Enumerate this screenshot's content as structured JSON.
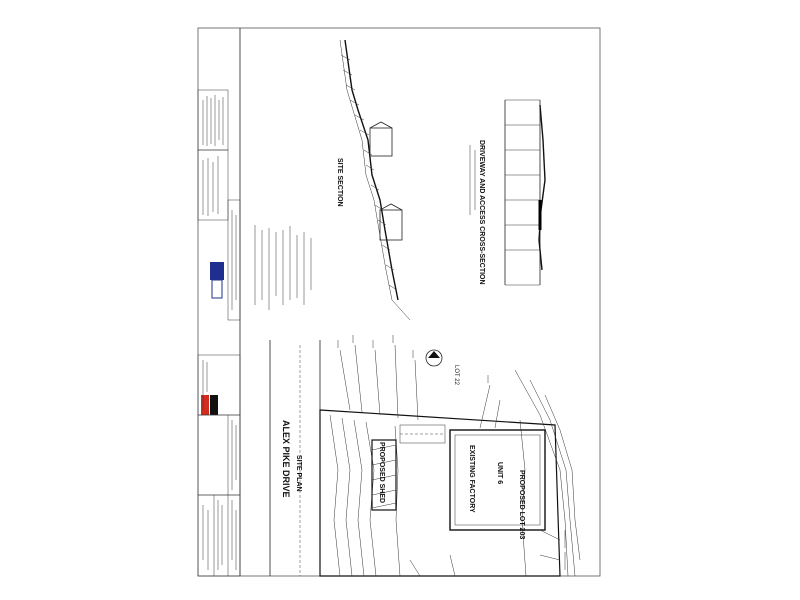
{
  "drawing": {
    "street_name": "ALEX PIKE DRIVE",
    "sheet_title": "SITE PLAN",
    "site_section_title": "SITE SECTION",
    "driveway_section_title": "DRIVEWAY AND ACCESS CROSS-SECTION",
    "existing_building_label": "EXISTING FACTORY",
    "existing_unit_label": "UNIT 6",
    "proposed_shed_label": "PROPOSED SHED",
    "proposed_lot_label": "PROPOSED LOT 203",
    "lot_label": "LOT 22"
  },
  "colors": {
    "ink": "#222222",
    "logo_blue": "#1f2f8f",
    "logo_red": "#d22b1f"
  }
}
